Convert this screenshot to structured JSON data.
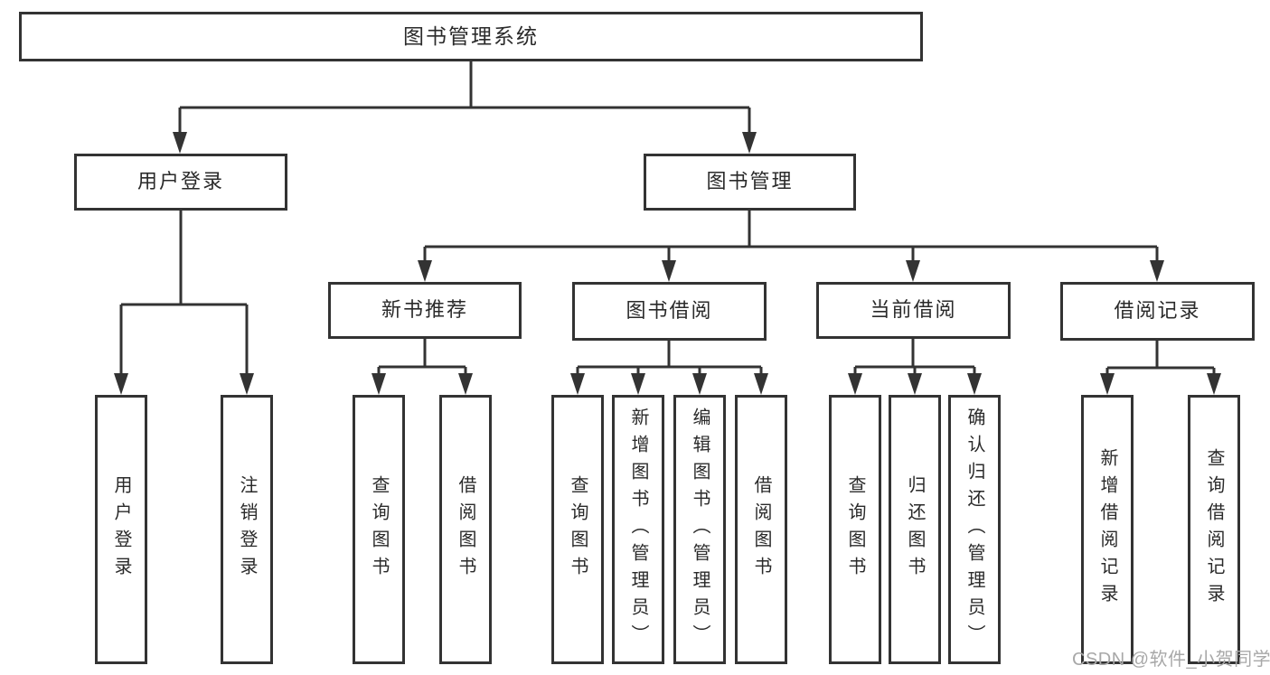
{
  "diagram": {
    "tree": {
      "label": "图书管理系统",
      "children": [
        {
          "label": "用户登录",
          "children": [
            {
              "label": "用户登录"
            },
            {
              "label": "注销登录"
            }
          ]
        },
        {
          "label": "图书管理",
          "children": [
            {
              "label": "新书推荐",
              "children": [
                {
                  "label": "查询图书"
                },
                {
                  "label": "借阅图书"
                }
              ]
            },
            {
              "label": "图书借阅",
              "children": [
                {
                  "label": "查询图书"
                },
                {
                  "label": "新增图书（管理员）"
                },
                {
                  "label": "编辑图书（管理员）"
                },
                {
                  "label": "借阅图书"
                }
              ]
            },
            {
              "label": "当前借阅",
              "children": [
                {
                  "label": "查询图书"
                },
                {
                  "label": "归还图书"
                },
                {
                  "label": "确认归还（管理员）"
                }
              ]
            },
            {
              "label": "借阅记录",
              "children": [
                {
                  "label": "新增借阅记录"
                },
                {
                  "label": "查询借阅记录"
                }
              ]
            }
          ]
        }
      ]
    }
  },
  "watermark": {
    "text": "CSDN @软件_小贺同学"
  },
  "colors": {
    "line": "#333333",
    "text": "#2a2a2a",
    "watermark": "#a8a8a8",
    "background": "#ffffff"
  }
}
